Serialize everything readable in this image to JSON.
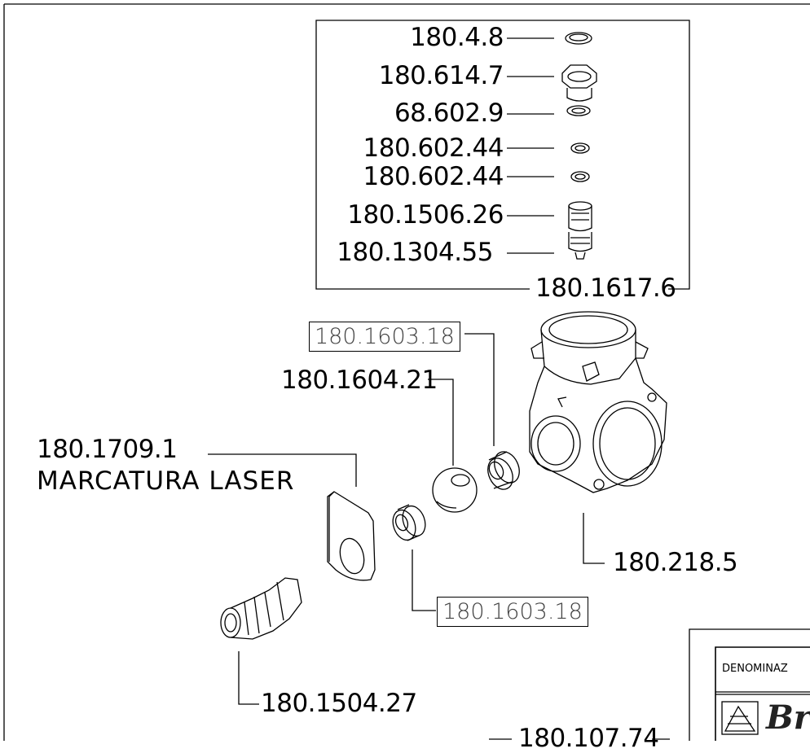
{
  "parts_kit": [
    {
      "code": "180.4.8",
      "icon": "snap-ring-icon"
    },
    {
      "code": "180.614.7",
      "icon": "hex-nut-icon"
    },
    {
      "code": "68.602.9",
      "icon": "o-ring-icon"
    },
    {
      "code": "180.602.44",
      "icon": "o-ring-icon"
    },
    {
      "code": "180.602.44",
      "icon": "o-ring-icon"
    },
    {
      "code": "180.1506.26",
      "icon": "cartridge-icon"
    },
    {
      "code": "180.1304.55",
      "icon": "valve-core-icon"
    }
  ],
  "kit_label": "180.1617.6",
  "seat_top": "180.1603.18",
  "ball": "180.1604.21",
  "plate_code": "180.1709.1",
  "plate_note": "MARCATURA LASER",
  "body_code": "180.218.5",
  "seat_bottom": "180.1603.18",
  "fitting_code": "180.1504.27",
  "bottom_cut_label": "180.107.74",
  "title_block": {
    "field_label": "DENOMINAZ",
    "brand": "Br"
  }
}
